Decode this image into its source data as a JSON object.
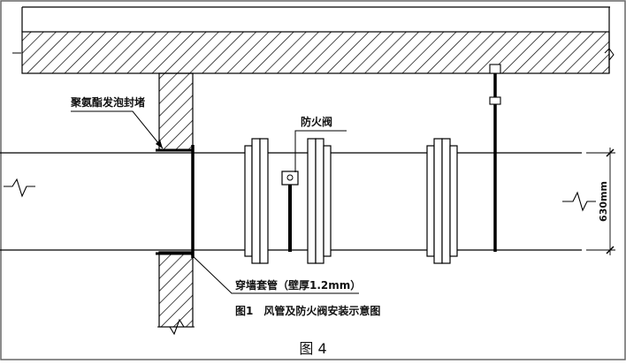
{
  "labels": {
    "foam_seal": "聚氨酯发泡封堵",
    "fire_damper": "防火阀",
    "wall_sleeve": "穿墙套管（壁厚1.2mm）",
    "duct_size": "630mm",
    "figure_caption": "图1　风管及防火阀安装示意图",
    "figure_number": "图 4"
  }
}
